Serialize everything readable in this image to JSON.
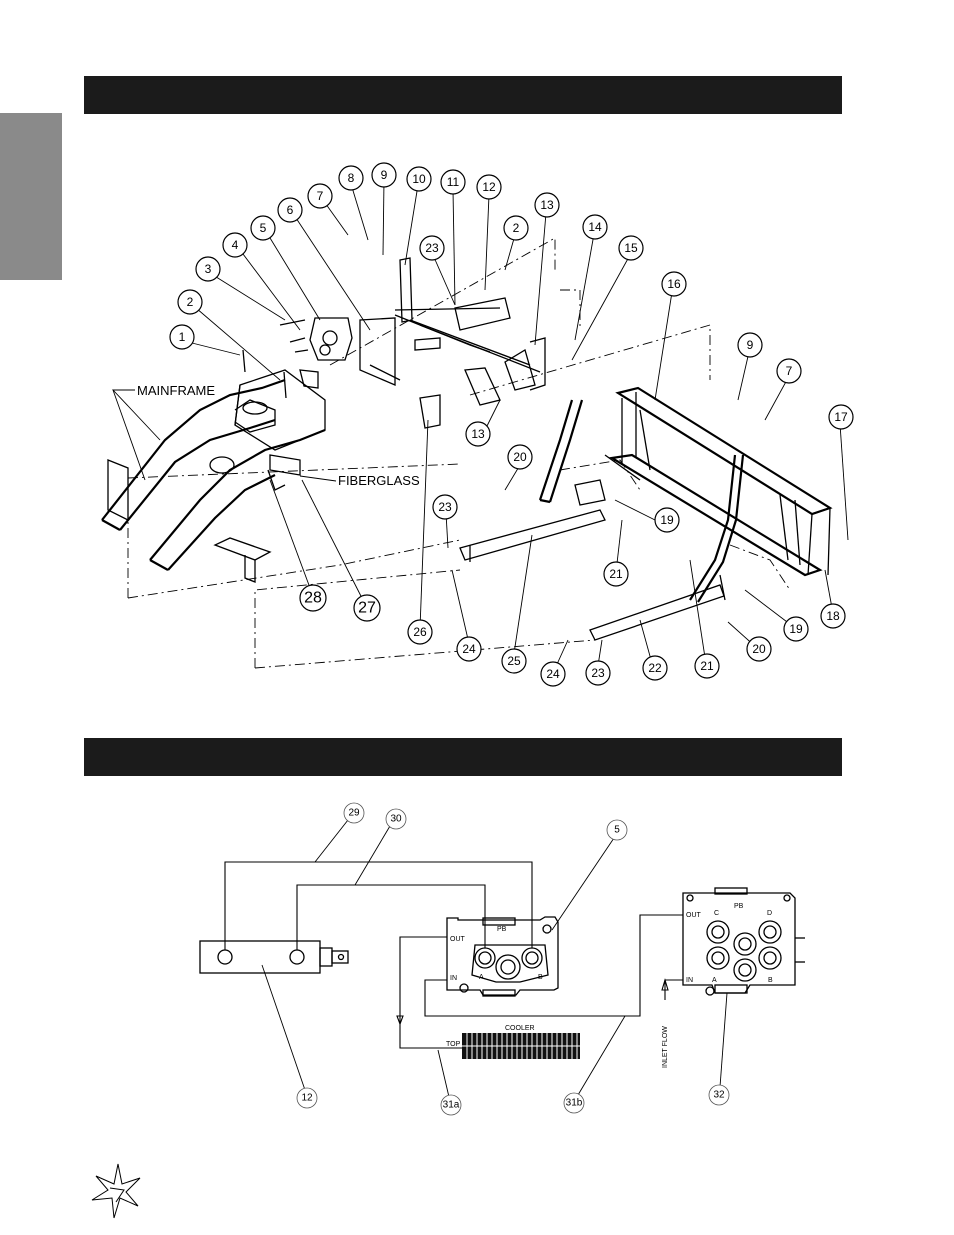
{
  "labels": {
    "mainframe": "MAINFRAME",
    "fiberglass": "FIBERGLASS",
    "pb": "PB",
    "out": "OUT",
    "in": "IN",
    "port_a": "A",
    "port_b": "B",
    "port_c": "C",
    "port_d": "D",
    "cooler": "COOLER",
    "top": "TOP",
    "inlet_flow": "INLET FLOW"
  },
  "callouts_exploded": [
    "1",
    "2",
    "3",
    "4",
    "5",
    "6",
    "7",
    "8",
    "9",
    "10",
    "11",
    "12",
    "13",
    "2",
    "14",
    "15",
    "16",
    "23",
    "13",
    "9",
    "7",
    "17",
    "20",
    "19",
    "23",
    "21",
    "18",
    "19",
    "20",
    "21",
    "22",
    "23",
    "24",
    "25",
    "24",
    "26",
    "27",
    "28"
  ],
  "callouts_hydraulic": [
    "29",
    "30",
    "5",
    "12",
    "31a",
    "31b",
    "32"
  ],
  "colors": {
    "header_bar": "#1b1b1b",
    "side_tab": "#8a8a8a"
  },
  "icons": [
    "logo-star-icon"
  ]
}
